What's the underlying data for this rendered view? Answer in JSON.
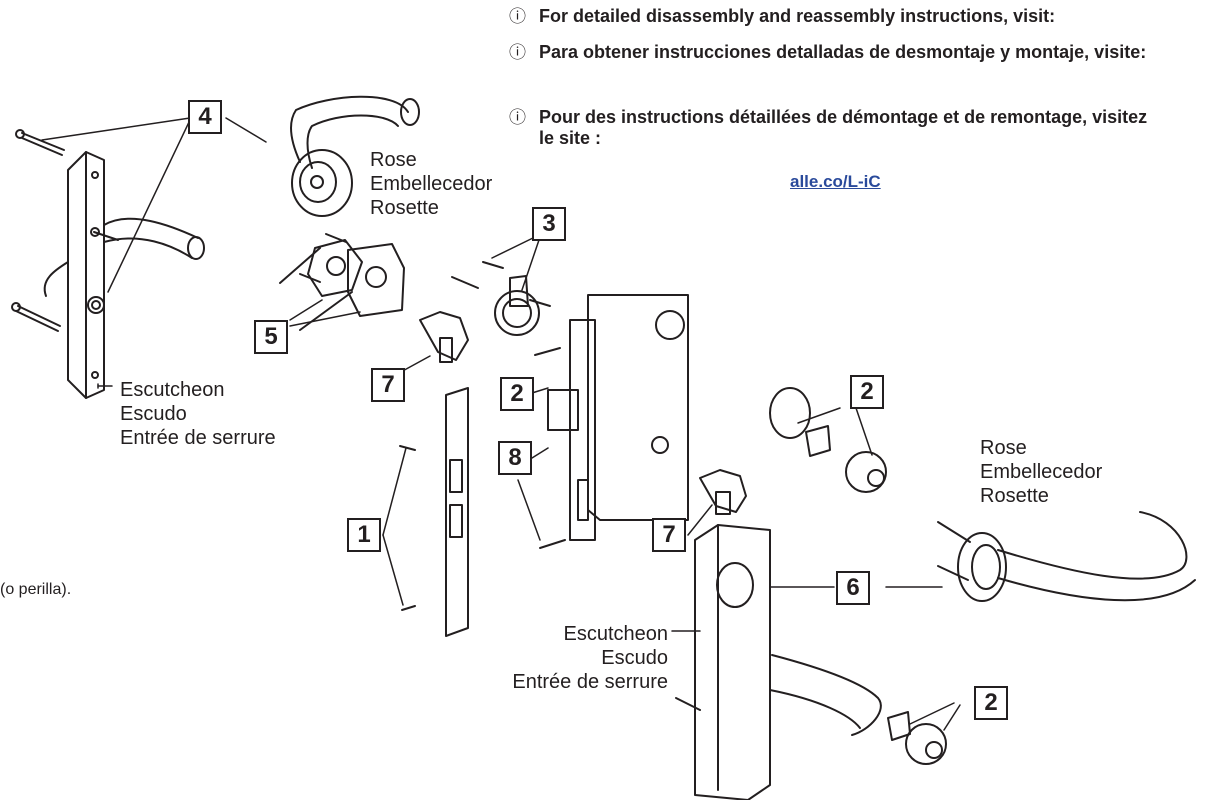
{
  "notes": [
    "For detailed disassembly and reassembly instructions, visit:",
    "Para obtener instrucciones detalladas de desmontaje y montaje, visite:",
    "Pour des instructions détaillées de démontage et de remontage, visitez le site :"
  ],
  "info_icon": "info-icon",
  "link_text": "alle.co/L-iC",
  "labels": {
    "rose_top": [
      "Rose",
      "Embellecedor",
      "Rosette"
    ],
    "escutcheon_left": [
      "Escutcheon",
      "Escudo",
      "Entrée de serrure"
    ],
    "rose_right": [
      "Rose",
      "Embellecedor",
      "Rosette"
    ],
    "escutcheon_bottom": [
      "Escutcheon",
      "Escudo",
      "Entrée de serrure"
    ],
    "fragment": "(o perilla)."
  },
  "callouts": {
    "c4": "4",
    "c3": "3",
    "c5": "5",
    "c7a": "7",
    "c2a": "2",
    "c2b": "2",
    "c8": "8",
    "c1": "1",
    "c7b": "7",
    "c6": "6",
    "c2c": "2"
  },
  "colors": {
    "line": "#231f20",
    "link": "#2a4a9b"
  }
}
